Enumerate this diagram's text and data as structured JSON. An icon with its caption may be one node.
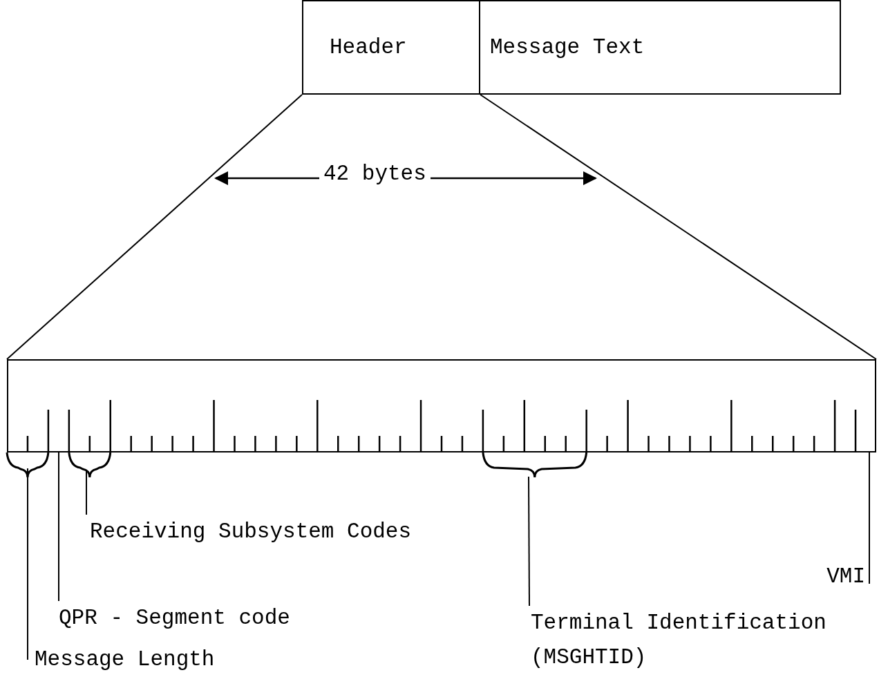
{
  "diagram": {
    "nodes": [
      {
        "text": [
          "Header"
        ]
      },
      {
        "text": [
          "Message Text"
        ]
      },
      {
        "text": [],
        "shape": "bar"
      },
      {
        "text": [
          "Receiving Subsystem Codes"
        ]
      },
      {
        "text": [
          "QPR - Segment code"
        ]
      },
      {
        "text": [
          "Message Length"
        ]
      },
      {
        "text": [
          "Terminal Identification (MSGHTID)"
        ]
      },
      {
        "text": [
          "VMI"
        ]
      }
    ],
    "edges": [
      {
        "from": 0,
        "to": 2,
        "arrow": "none"
      },
      {
        "from": 0,
        "to": 2,
        "arrow": "none"
      },
      {
        "from": 3,
        "to": 2,
        "arrow": "none"
      },
      {
        "from": 4,
        "to": 2,
        "arrow": "none"
      },
      {
        "from": 5,
        "to": 2,
        "arrow": "none"
      },
      {
        "from": 6,
        "to": 2,
        "arrow": "none"
      },
      {
        "from": 7,
        "to": 2,
        "arrow": "none"
      }
    ],
    "labels": [
      "42 bytes"
    ]
  }
}
